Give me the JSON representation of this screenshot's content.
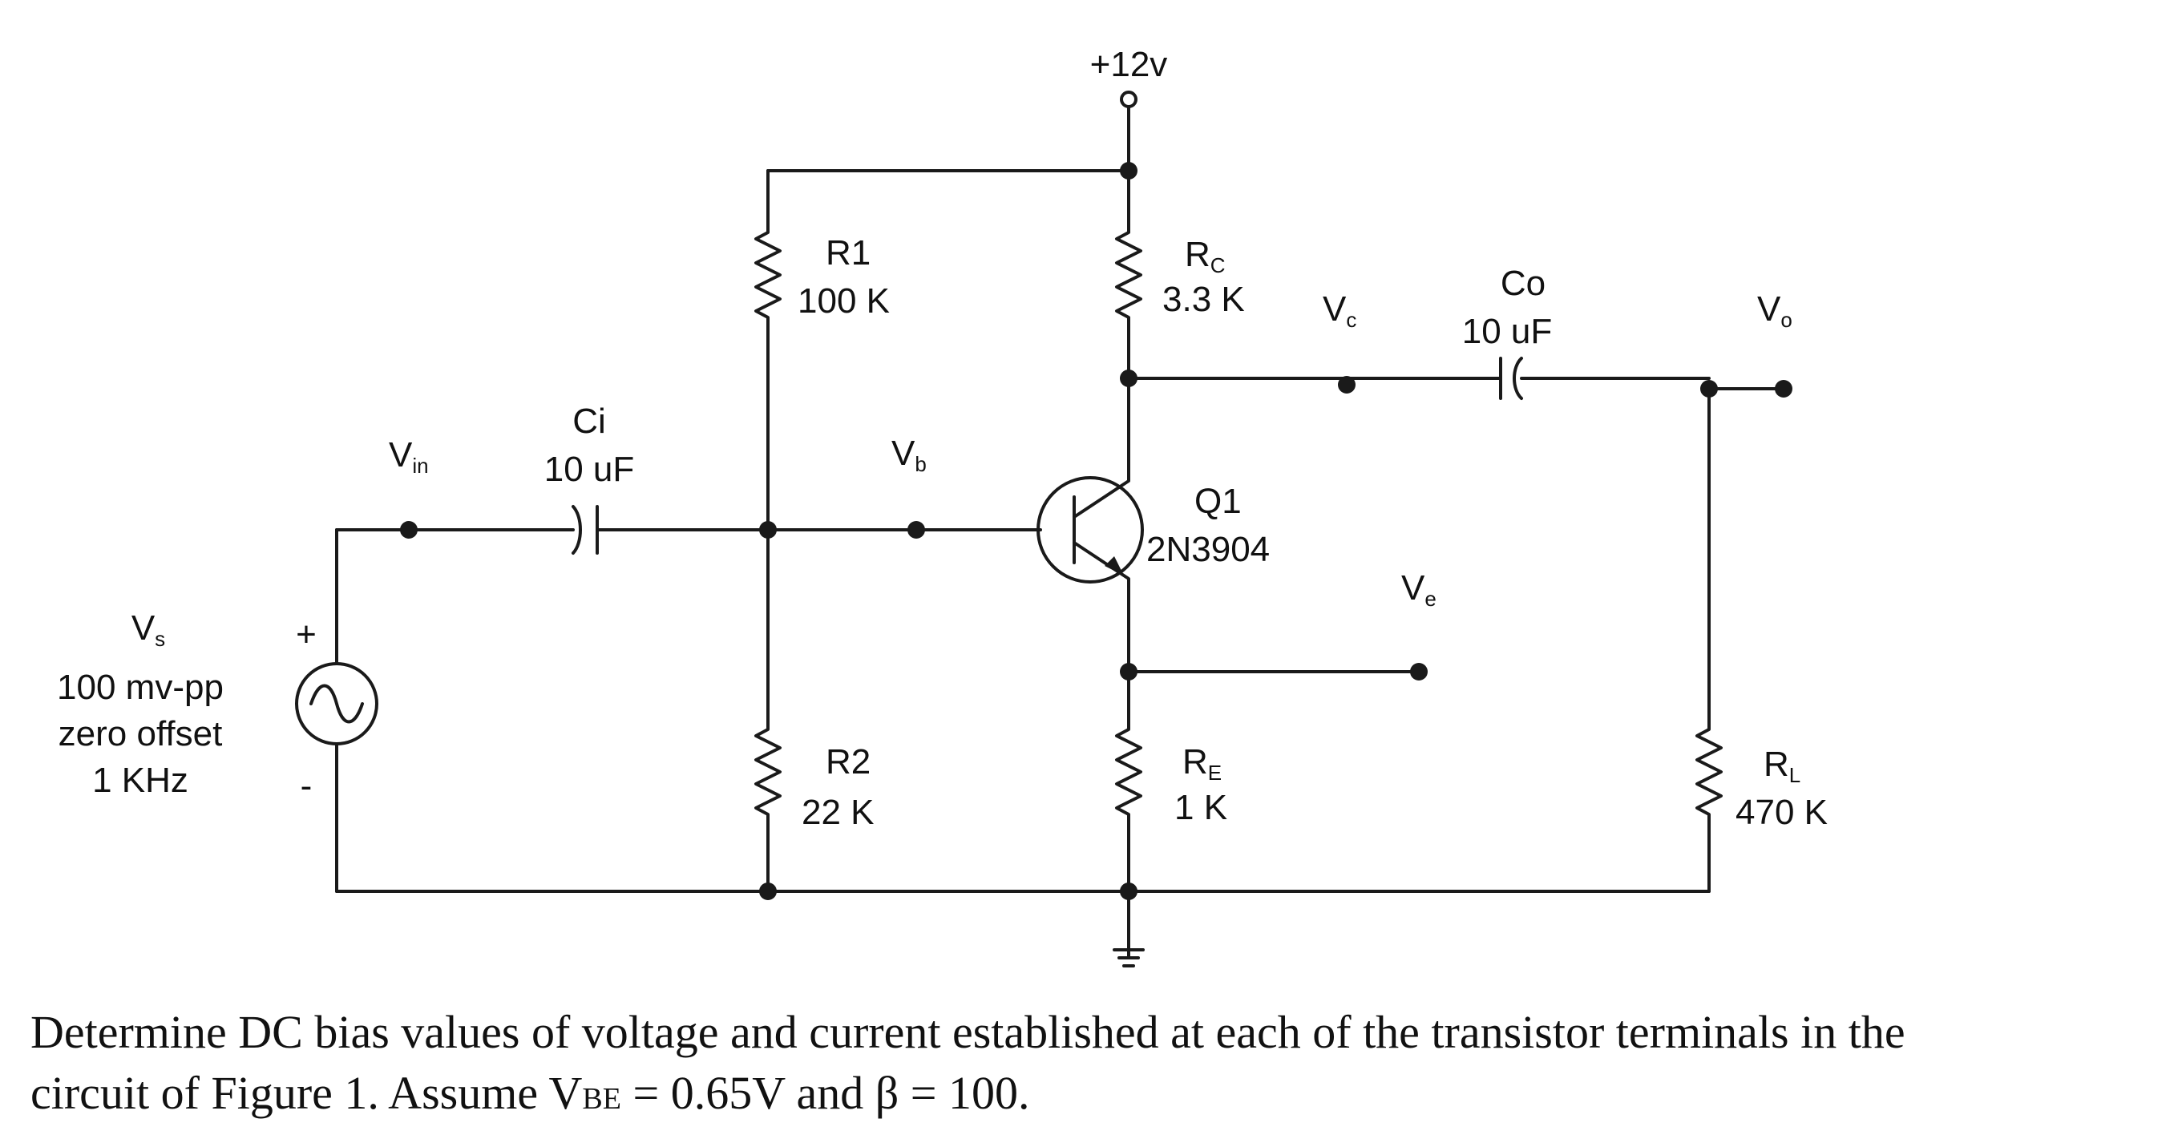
{
  "supply": {
    "label": "+12v"
  },
  "source": {
    "name_main": "V",
    "name_sub": "s",
    "amplitude": "100 mv-pp",
    "offset": "zero offset",
    "frequency": "1 KHz",
    "plus": "+",
    "minus": "-"
  },
  "nodes": {
    "vin_main": "V",
    "vin_sub": "in",
    "vb_main": "V",
    "vb_sub": "b",
    "vc_main": "V",
    "vc_sub": "c",
    "ve_main": "V",
    "ve_sub": "e",
    "vo_main": "V",
    "vo_sub": "o"
  },
  "components": {
    "ci": {
      "name": "Ci",
      "value": "10 uF"
    },
    "co": {
      "name": "Co",
      "value": "10 uF"
    },
    "r1": {
      "name": "R1",
      "value": "100 K"
    },
    "r2": {
      "name": "R2",
      "value": "22 K"
    },
    "rc": {
      "name_main": "R",
      "name_sub": "C",
      "value": "3.3 K"
    },
    "re": {
      "name_main": "R",
      "name_sub": "E",
      "value": "1 K"
    },
    "rl": {
      "name_main": "R",
      "name_sub": "L",
      "value": "470 K"
    },
    "q1": {
      "name": "Q1",
      "part": "2N3904"
    }
  },
  "caption": {
    "line1": "Determine DC bias values of voltage and current established at each of the transistor terminals in the",
    "line2_a": "circuit of Figure 1. Assume V",
    "line2_sub": "BE",
    "line2_b": " = 0.65V and β = 100."
  }
}
